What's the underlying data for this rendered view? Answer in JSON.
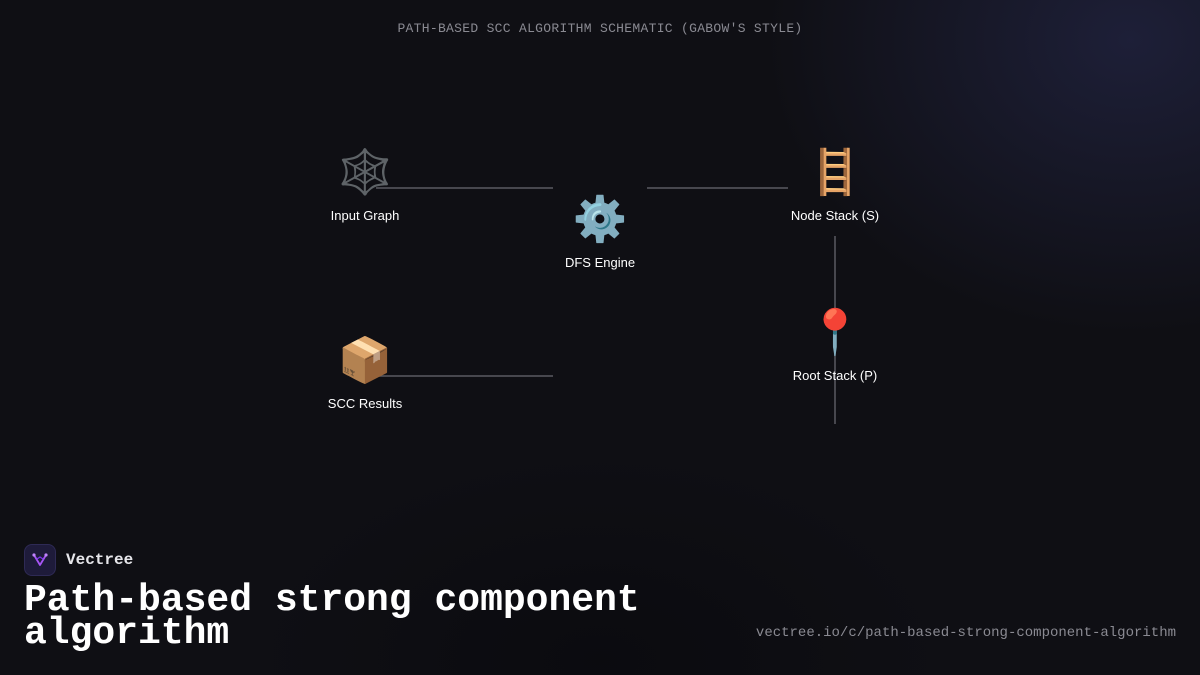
{
  "header": {
    "title": "PATH-BASED SCC ALGORITHM SCHEMATIC (GABOW'S STYLE)"
  },
  "diagram": {
    "nodes": [
      {
        "id": "input-graph",
        "label": "Input Graph",
        "icon": "spider-web-icon",
        "glyph": "🕸️"
      },
      {
        "id": "dfs-engine",
        "label": "DFS Engine",
        "icon": "gear-icon",
        "glyph": "⚙️"
      },
      {
        "id": "node-stack",
        "label": "Node Stack (S)",
        "icon": "ladder-icon",
        "glyph": "🪜"
      },
      {
        "id": "root-stack",
        "label": "Root Stack (P)",
        "icon": "round-pushpin-icon",
        "glyph": "📍"
      },
      {
        "id": "scc-results",
        "label": "SCC Results",
        "icon": "package-icon",
        "glyph": "📦"
      }
    ],
    "edges": [
      {
        "from": "input-graph",
        "to": "dfs-engine"
      },
      {
        "from": "dfs-engine",
        "to": "node-stack"
      },
      {
        "from": "node-stack",
        "to": "root-stack"
      },
      {
        "from": "root-stack",
        "to": "scc-results"
      }
    ],
    "edge_color": "#5a5a62"
  },
  "footer": {
    "brand_name": "Vectree",
    "brand_icon": "vectree-logo-icon",
    "title": "Path-based strong component algorithm",
    "url": "vectree.io/c/path-based-strong-component-algorithm"
  },
  "colors": {
    "background": "#0f0f14",
    "text": "#ffffff",
    "muted": "#8a8a92",
    "brand_accent": "#a855f7"
  }
}
